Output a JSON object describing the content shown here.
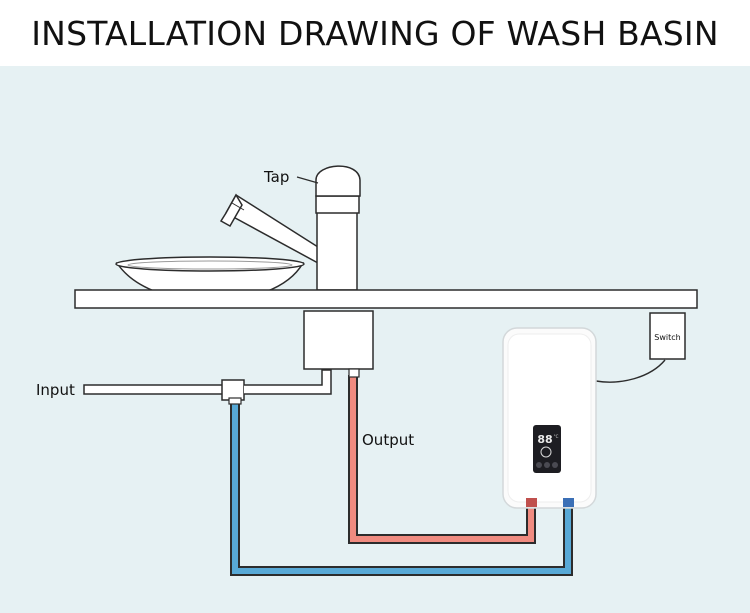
{
  "title": "INSTALLATION DRAWING OF WASH BASIN",
  "labels": {
    "tap": "Tap",
    "input": "Input",
    "output": "Output",
    "switch": "Switch"
  },
  "display": {
    "digits": "88",
    "unit": "°C"
  },
  "colors": {
    "hot_pipe": "#f08b80",
    "cold_pipe": "#58a9d6",
    "background": "#e6f1f3"
  }
}
